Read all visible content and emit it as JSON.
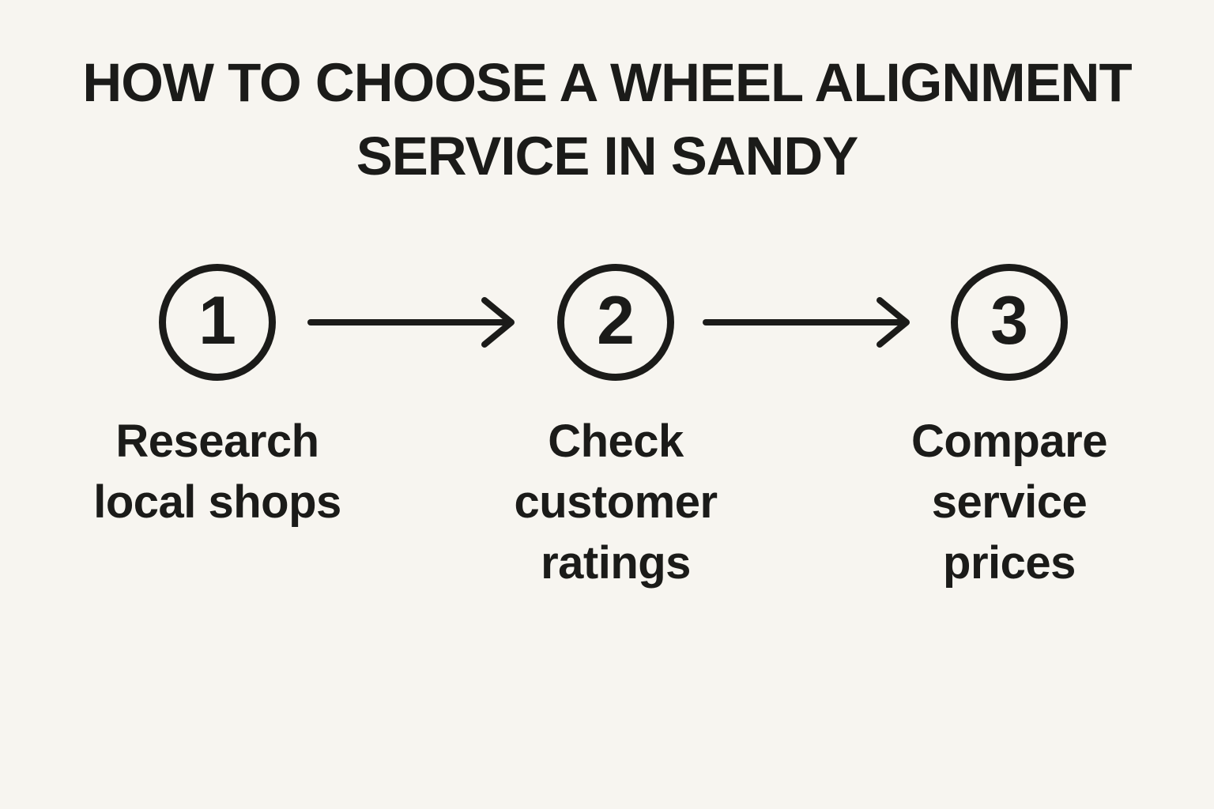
{
  "title": "HOW TO CHOOSE A WHEEL ALIGNMENT SERVICE IN SANDY",
  "steps": [
    {
      "number": "1",
      "label": "Research\nlocal shops"
    },
    {
      "number": "2",
      "label": "Check\ncustomer\nratings"
    },
    {
      "number": "3",
      "label": "Compare\nservice\nprices"
    }
  ],
  "colors": {
    "background": "#f7f5f0",
    "ink": "#1b1b19"
  }
}
